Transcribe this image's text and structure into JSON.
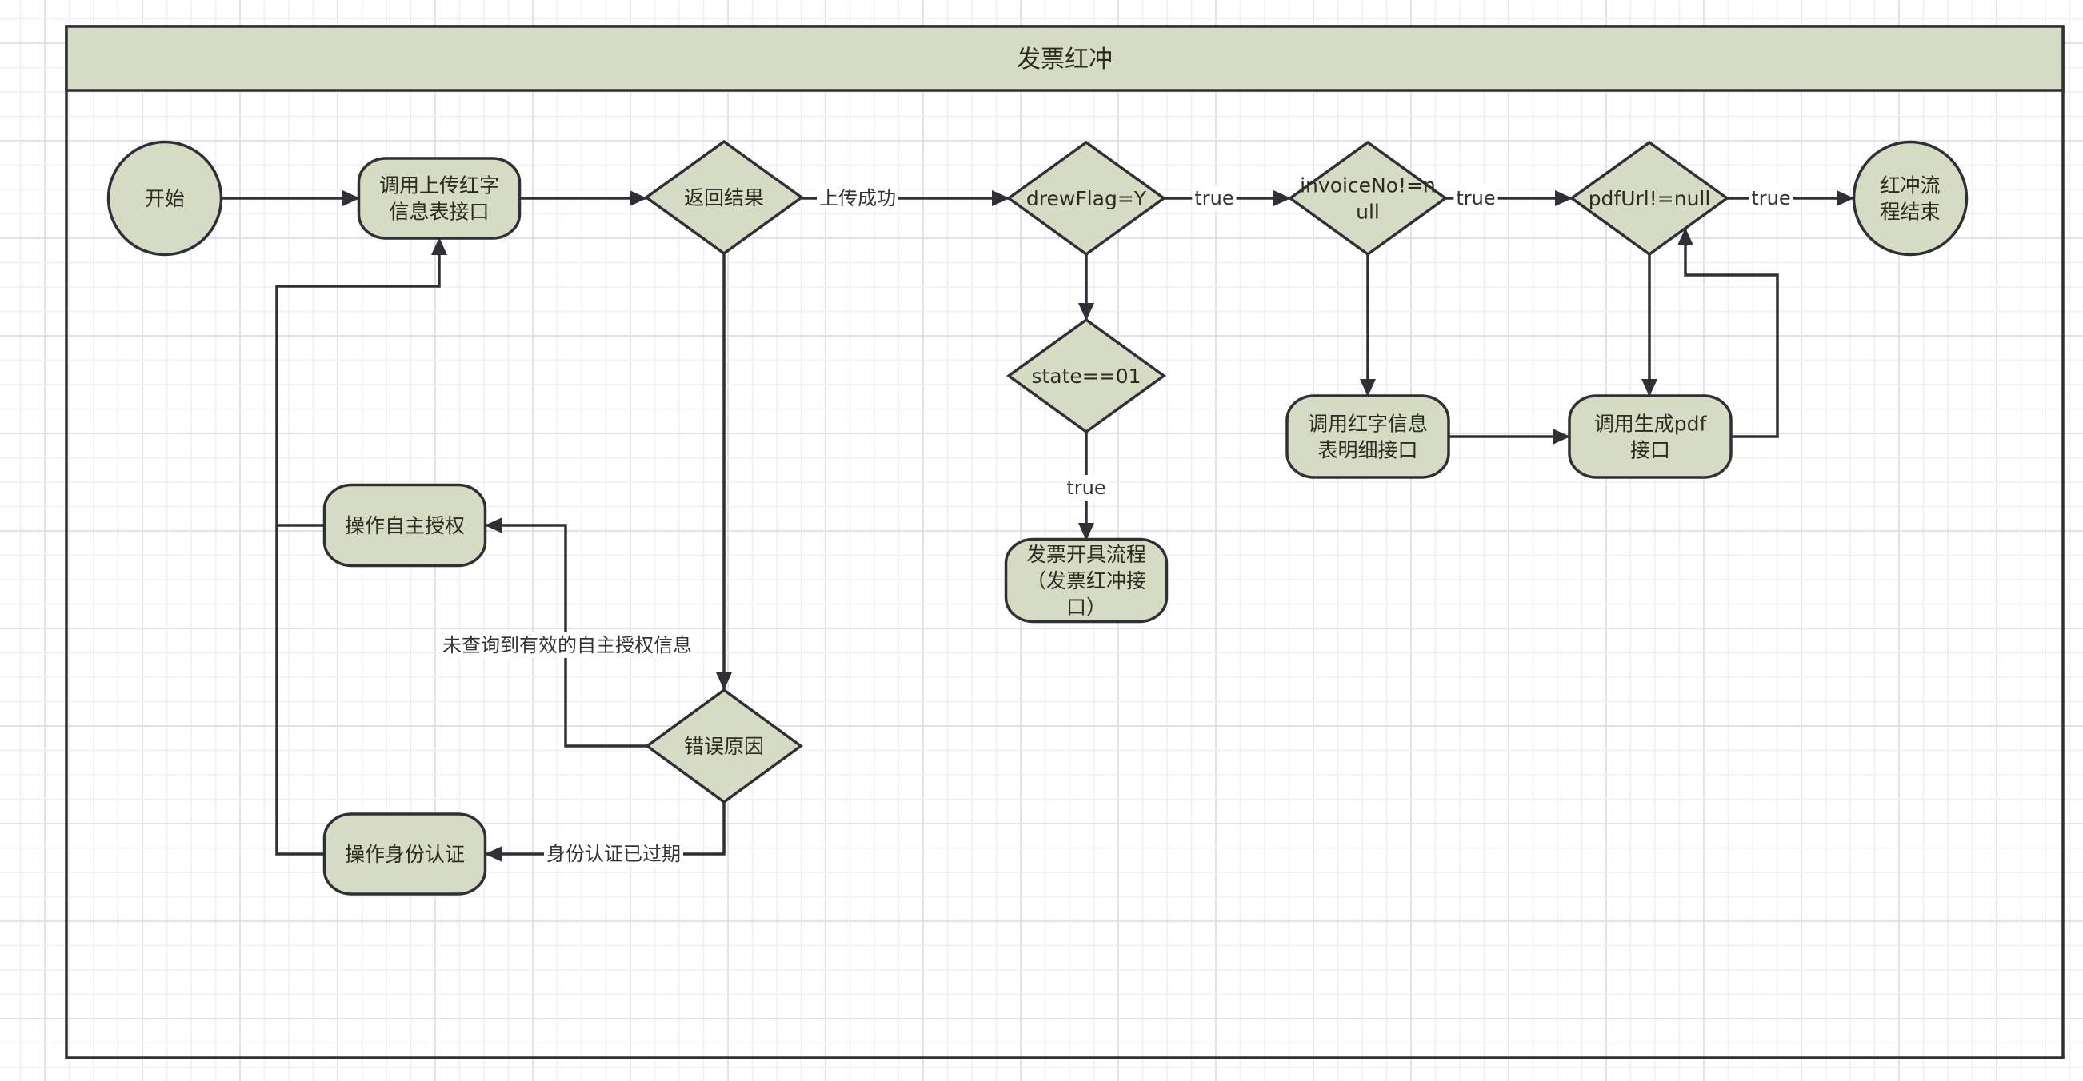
{
  "colors": {
    "shape_fill": "#d6dcc3",
    "stroke": "#2e3035",
    "grid_minor": "#efefef",
    "grid_major": "#e2e2e2",
    "background": "#ffffff",
    "label_background": "#ffffff"
  },
  "pool": {
    "title": "发票红冲"
  },
  "nodes": [
    {
      "id": "start",
      "type": "ellipse",
      "lines": [
        "开始"
      ],
      "name": "start-node"
    },
    {
      "id": "upload",
      "type": "terminal",
      "lines": [
        "调用上传红字",
        "信息表接口"
      ],
      "name": "upload-red-info-node"
    },
    {
      "id": "result",
      "type": "decision",
      "lines": [
        "返回结果"
      ],
      "name": "return-result-decision"
    },
    {
      "id": "drewflag",
      "type": "decision",
      "lines": [
        "drewFlag=Y"
      ],
      "name": "drewflag-decision"
    },
    {
      "id": "invoiceno",
      "type": "decision",
      "lines": [
        "invoiceNo!=n",
        "ull"
      ],
      "name": "invoiceno-decision"
    },
    {
      "id": "pdfurl",
      "type": "decision",
      "lines": [
        "pdfUrl!=null"
      ],
      "name": "pdfurl-decision"
    },
    {
      "id": "end",
      "type": "ellipse",
      "lines": [
        "红冲流",
        "程结束"
      ],
      "name": "end-node"
    },
    {
      "id": "state",
      "type": "decision",
      "lines": [
        "state==01"
      ],
      "name": "state-decision"
    },
    {
      "id": "issue",
      "type": "terminal",
      "lines": [
        "发票开具流程",
        "（发票红冲接",
        "口）"
      ],
      "name": "invoice-issue-process-node"
    },
    {
      "id": "detail",
      "type": "terminal",
      "lines": [
        "调用红字信息",
        "表明细接口"
      ],
      "name": "red-info-detail-node"
    },
    {
      "id": "genpdf",
      "type": "terminal",
      "lines": [
        "调用生成pdf",
        "接口"
      ],
      "name": "generate-pdf-node"
    },
    {
      "id": "auth",
      "type": "terminal",
      "lines": [
        "操作自主授权"
      ],
      "name": "self-authorization-node"
    },
    {
      "id": "error",
      "type": "decision",
      "lines": [
        "错误原因"
      ],
      "name": "error-reason-decision"
    },
    {
      "id": "identity",
      "type": "terminal",
      "lines": [
        "操作身份认证"
      ],
      "name": "identity-auth-node"
    }
  ],
  "edges": [
    {
      "from": "start",
      "to": "upload",
      "label": ""
    },
    {
      "from": "upload",
      "to": "result",
      "label": ""
    },
    {
      "from": "result",
      "to": "drewflag",
      "label": "上传成功"
    },
    {
      "from": "drewflag",
      "to": "invoiceno",
      "label": "true"
    },
    {
      "from": "invoiceno",
      "to": "pdfurl",
      "label": "true"
    },
    {
      "from": "pdfurl",
      "to": "end",
      "label": "true"
    },
    {
      "from": "drewflag",
      "to": "state",
      "label": ""
    },
    {
      "from": "state",
      "to": "issue",
      "label": "true"
    },
    {
      "from": "invoiceno",
      "to": "detail",
      "label": ""
    },
    {
      "from": "detail",
      "to": "genpdf",
      "label": ""
    },
    {
      "from": "pdfurl",
      "to": "genpdf",
      "label": ""
    },
    {
      "from": "genpdf",
      "to": "pdfurl",
      "label": ""
    },
    {
      "from": "result",
      "to": "error",
      "label": ""
    },
    {
      "from": "error",
      "to": "auth",
      "label": "未查询到有效的自主授权信息"
    },
    {
      "from": "error",
      "to": "identity",
      "label": "身份认证已过期"
    },
    {
      "from": "auth",
      "to": "upload",
      "label": ""
    },
    {
      "from": "identity",
      "to": "upload",
      "label": ""
    }
  ]
}
